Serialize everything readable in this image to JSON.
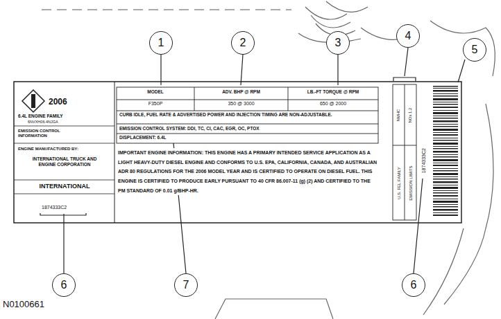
{
  "diagram": {
    "nodes": [
      {
        "text": [
          "1"
        ]
      },
      {
        "text": [
          "2"
        ]
      },
      {
        "text": [
          "3"
        ]
      },
      {
        "text": [
          "4"
        ]
      },
      {
        "text": [
          "5"
        ]
      },
      {
        "text": [
          "6"
        ]
      },
      {
        "text": [
          "7"
        ]
      },
      {
        "text": [
          "6"
        ]
      }
    ],
    "labels": [
      "2006",
      "6.4L ENGINE FAMILY",
      "6NVXH06.4NJGA",
      "EMISSION CONTROL INFORMATION",
      "ENGINE MANUFACTURED BY:",
      "INTERNATIONAL TRUCK AND ENGINE CORPORATION",
      "INTERNATIONAL",
      "1874333C2",
      "MODEL",
      "ADV. BHP @ RPM",
      "LB.-FT TORQUE @ RPM",
      "F350P",
      "350 @ 3000",
      "650 @ 2000",
      "CURB IDLE, FUEL RATE & ADVERTISED POWER AND INJECTION TIMING ARE NON-ADJUSTABLE.",
      "EMISSION CONTROL SYSTEM: DDI, TC, CI, CAC, EGR, OC, PTOX",
      "DISPLACEMENT: 6.4L",
      "IMPORTANT ENGINE INFORMATION: THIS ENGINE HAS A PRIMARY INTENDED SERVICE APPLICATION AS A LIGHT HEAVY-DUTY DIESEL ENGINE AND CONFORMS TO U.S. EPA, CALIFORNIA, CANADA, AND AUSTRALIAN ADR 80 REGULATIONS FOR THE 2006 MODEL YEAR AND IS CERTIFIED TO OPERATE ON DIESEL FUEL. THIS ENGINE IS CERTIFIED TO PRODUCE EARLY PURSUANT TO 40 CFR 86.007-11 (g) (2) AND CERTIFIED TO THE PM STANDARD OF 0.01 g/BHP-HR.",
      "NMHC",
      "U.S. FEL FAMILY",
      "NOx 1.2",
      "EMISSION LIMITS",
      "1874333C2",
      "N0100661"
    ]
  }
}
